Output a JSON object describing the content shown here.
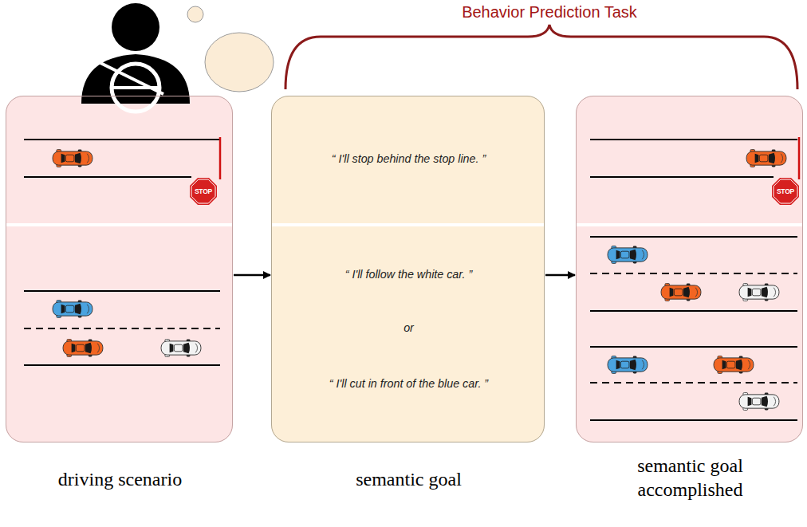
{
  "diagram": {
    "nodes": [
      {
        "text": [
          "driving scenario"
        ]
      },
      {
        "text": [
          "“ I'll stop behind the stop line. ”",
          "“ I'll follow the white car. ”",
          "or",
          "“ I'll cut in front of the blue car. ”",
          "semantic goal"
        ]
      },
      {
        "text": [
          "semantic goal accomplished"
        ]
      }
    ],
    "edges": [
      {
        "from": 0,
        "to": 1,
        "arrow": "to"
      },
      {
        "from": 1,
        "to": 2,
        "arrow": "to"
      }
    ],
    "labels": [
      "Behavior Prediction Task",
      "STOP",
      "STOP"
    ]
  }
}
